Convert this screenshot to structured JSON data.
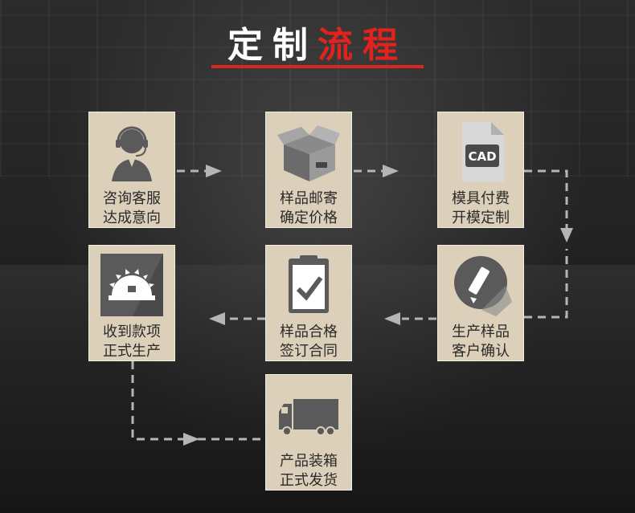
{
  "header": {
    "title_white": "定制",
    "title_red": "流程"
  },
  "steps": [
    {
      "line1": "咨询客服",
      "line2": "达成意向",
      "icon": "customer-service-icon"
    },
    {
      "line1": "样品邮寄",
      "line2": "确定价格",
      "icon": "package-box-icon"
    },
    {
      "line1": "模具付费",
      "line2": "开模定制",
      "icon": "cad-file-icon",
      "icon_text": "CAD"
    },
    {
      "line1": "生产样品",
      "line2": "客户确认",
      "icon": "pen-icon"
    },
    {
      "line1": "样品合格",
      "line2": "签订合同",
      "icon": "checklist-icon"
    },
    {
      "line1": "收到款项",
      "line2": "正式生产",
      "icon": "saw-blade-icon"
    },
    {
      "line1": "产品装箱",
      "line2": "正式发货",
      "icon": "truck-icon"
    }
  ],
  "colors": {
    "accent": "#d9261f",
    "card_bg": "#ddd0bb",
    "connector": "#b5b5b5"
  }
}
